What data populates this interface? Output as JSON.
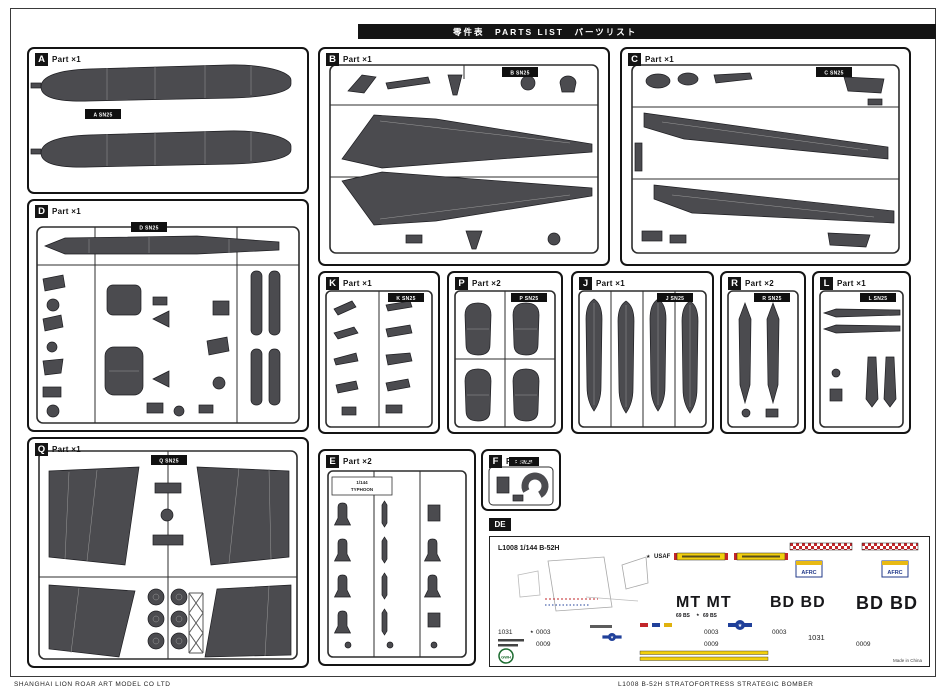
{
  "header": {
    "title": "零件表　PARTS LIST　パーツリスト"
  },
  "panels": {
    "a": {
      "letter": "A",
      "qty": "Part ×1",
      "tag": "A SN25"
    },
    "b": {
      "letter": "B",
      "qty": "Part ×1",
      "tag": "B SN25"
    },
    "c": {
      "letter": "C",
      "qty": "Part ×1",
      "tag": "C SN25"
    },
    "d": {
      "letter": "D",
      "qty": "Part ×1",
      "tag": "D SN25"
    },
    "k": {
      "letter": "K",
      "qty": "Part ×1",
      "tag": "K SN25"
    },
    "p": {
      "letter": "P",
      "qty": "Part ×2",
      "tag": "P SN25"
    },
    "j": {
      "letter": "J",
      "qty": "Part ×1",
      "tag": "J SN25"
    },
    "r": {
      "letter": "R",
      "qty": "Part ×2",
      "tag": "R SN25"
    },
    "l": {
      "letter": "L",
      "qty": "Part ×1",
      "tag": "L SN25"
    },
    "q": {
      "letter": "Q",
      "qty": "Part ×1",
      "tag": "Q SN25"
    },
    "e": {
      "letter": "E",
      "qty": "Part ×2",
      "tag_line1": "1/144",
      "tag_line2": "TYPHOON"
    },
    "f": {
      "letter": "F",
      "qty": "Part ×1",
      "tag": "F SN25"
    }
  },
  "decal": {
    "label": "DE",
    "sheet_title": "L1008  1/144  B-52H",
    "star_glyph": "★",
    "usaf": "USAF",
    "afrc_1": "AFRC",
    "afrc_2": "AFRC",
    "code_mt": "MT MT",
    "code_bd_1": "BD BD",
    "code_bd_2": "BD BD",
    "unit_1": "69 BS",
    "unit_2": "69 BS",
    "serial_1": "1031",
    "serial_2": "0003",
    "serial_3": "0009",
    "serial_4": "0003",
    "serial_5": "0009",
    "serial_6": "1031",
    "serial_7": "0003",
    "serial_8": "0009",
    "made_in": "Made in China",
    "brand": "GWH"
  },
  "footer": {
    "left": "SHANGHAI LION ROAR ART MODEL CO LTD",
    "right": "L1008   B-52H   STRATOFORTRESS   STRATEGIC   BOMBER"
  }
}
